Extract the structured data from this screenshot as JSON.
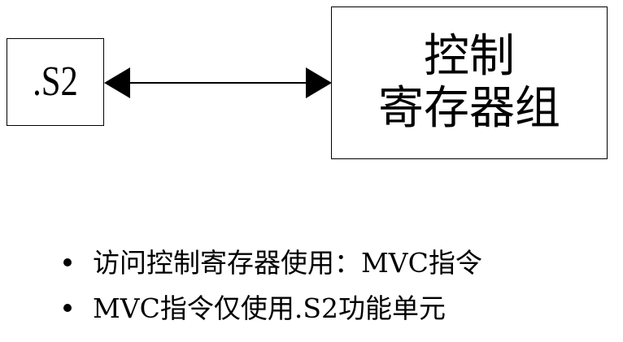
{
  "diagram": {
    "unit_label": ".S2",
    "register_label_line1": "控制",
    "register_label_line2": "寄存器组",
    "connector": "bidirectional-arrow"
  },
  "bullets": [
    "访问控制寄存器使用：MVC指令",
    "MVC指令仅使用.S2功能单元"
  ],
  "colors": {
    "stroke": "#000000",
    "background": "#ffffff"
  }
}
